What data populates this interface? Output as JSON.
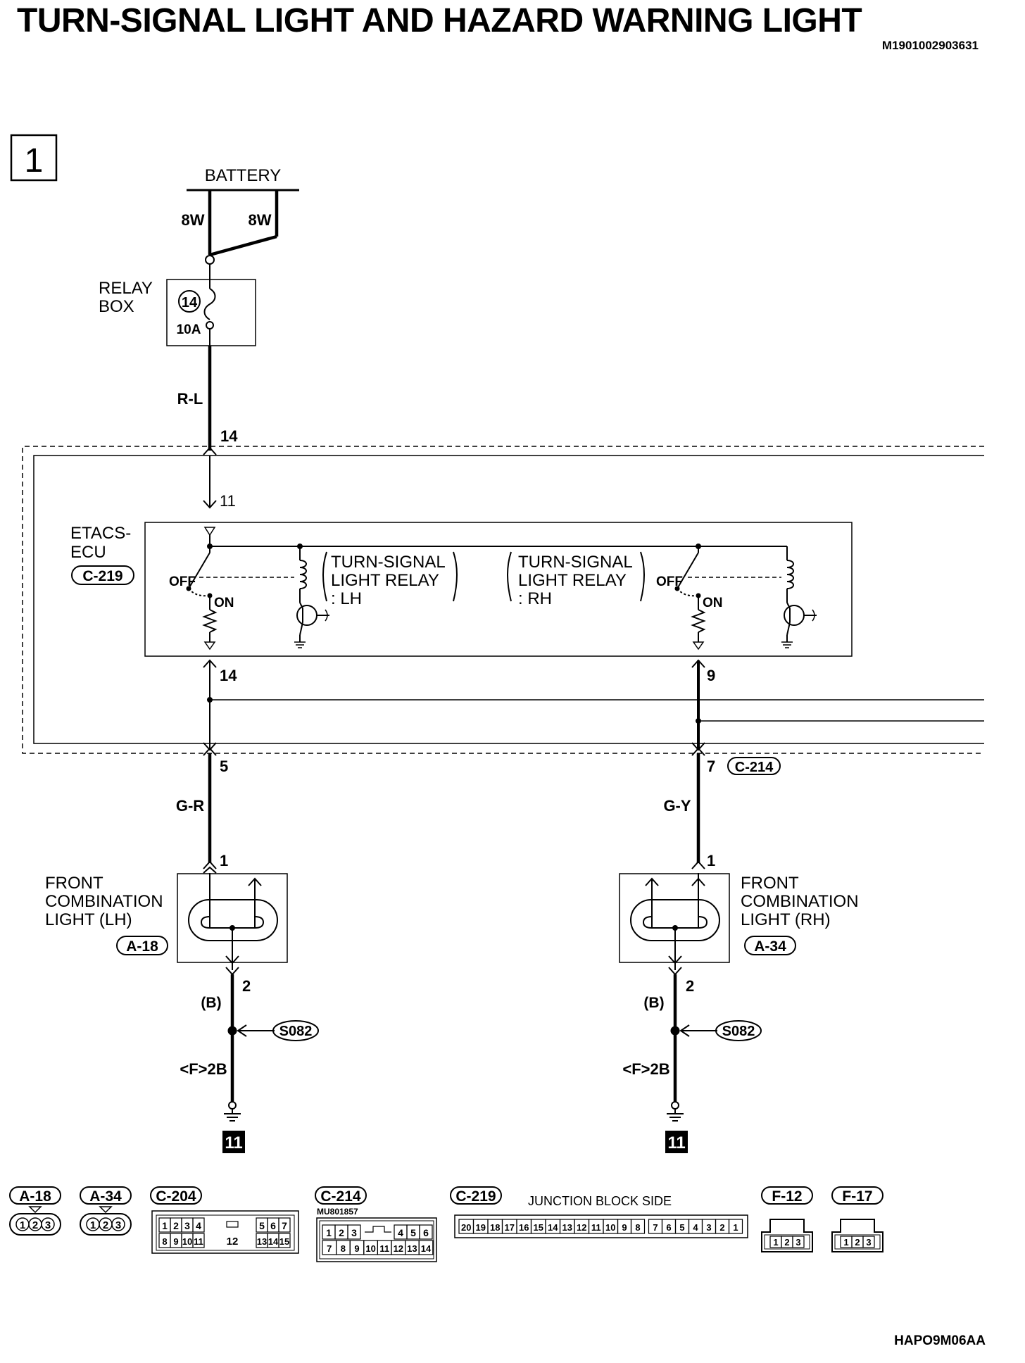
{
  "title": "TURN-SIGNAL LIGHT AND HAZARD WARNING LIGHT",
  "doc_id": "M1901002903631",
  "footer_id": "HAPO9M06AA",
  "page_marker": "1",
  "battery": {
    "label": "BATTERY",
    "wire_left": "8W",
    "wire_right": "8W"
  },
  "relay_box": {
    "label_line1": "RELAY",
    "label_line2": "BOX",
    "fuse_number": "14",
    "fuse_rating": "10A"
  },
  "wire_rl": "R-L",
  "pins": {
    "jb_in": "14",
    "ecu_in": "11",
    "ecu_out_lh": "14",
    "ecu_out_rh": "9",
    "jb_out_lh": "5",
    "jb_out_rh": "7",
    "lamp_lh_in": "1",
    "lamp_rh_in": "1",
    "lamp_lh_out": "2",
    "lamp_rh_out": "2"
  },
  "etacs": {
    "label_line1": "ETACS-",
    "label_line2": "ECU",
    "connector": "C-219"
  },
  "relay_lh": {
    "line1": "TURN-SIGNAL",
    "line2": "LIGHT RELAY",
    "line3": ": LH",
    "off": "OFF",
    "on": "ON"
  },
  "relay_rh": {
    "line1": "TURN-SIGNAL",
    "line2": "LIGHT RELAY",
    "line3": ": RH",
    "off": "OFF",
    "on": "ON"
  },
  "connector_c214": "C-214",
  "wire_gr": "G-R",
  "wire_gy": "G-Y",
  "front_lh": {
    "line1": "FRONT",
    "line2": "COMBINATION",
    "line3": "LIGHT (LH)",
    "connector": "A-18"
  },
  "front_rh": {
    "line1": "FRONT",
    "line2": "COMBINATION",
    "line3": "LIGHT (RH)",
    "connector": "A-34"
  },
  "ground_lh": {
    "wire": "(B)",
    "splice": "S082",
    "ground_point": "<F>2B",
    "page_ref": "11"
  },
  "ground_rh": {
    "wire": "(B)",
    "splice": "S082",
    "ground_point": "<F>2B",
    "page_ref": "11"
  },
  "connectors_legend": {
    "a18": {
      "label": "A-18",
      "pins": [
        "1",
        "2",
        "3"
      ]
    },
    "a34": {
      "label": "A-34",
      "pins": [
        "1",
        "2",
        "3"
      ]
    },
    "c204": {
      "label": "C-204",
      "top_row": [
        "1",
        "2",
        "3",
        "4",
        "5",
        "6",
        "7"
      ],
      "bottom_row": [
        "8",
        "9",
        "10",
        "11",
        "13",
        "14",
        "15"
      ],
      "center": "12"
    },
    "c214": {
      "label": "C-214",
      "part_no": "MU801857",
      "top_row": [
        "1",
        "2",
        "3",
        "4",
        "5",
        "6"
      ],
      "bottom_row": [
        "7",
        "8",
        "9",
        "10",
        "11",
        "12",
        "13",
        "14"
      ]
    },
    "c219": {
      "label": "C-219",
      "side": "JUNCTION BLOCK SIDE",
      "pins": [
        "20",
        "19",
        "18",
        "17",
        "16",
        "15",
        "14",
        "13",
        "12",
        "11",
        "10",
        "9",
        "8",
        "7",
        "6",
        "5",
        "4",
        "3",
        "2",
        "1"
      ]
    },
    "f12": {
      "label": "F-12",
      "pins": [
        "1",
        "2",
        "3"
      ]
    },
    "f17": {
      "label": "F-17",
      "pins": [
        "1",
        "2",
        "3"
      ]
    }
  }
}
